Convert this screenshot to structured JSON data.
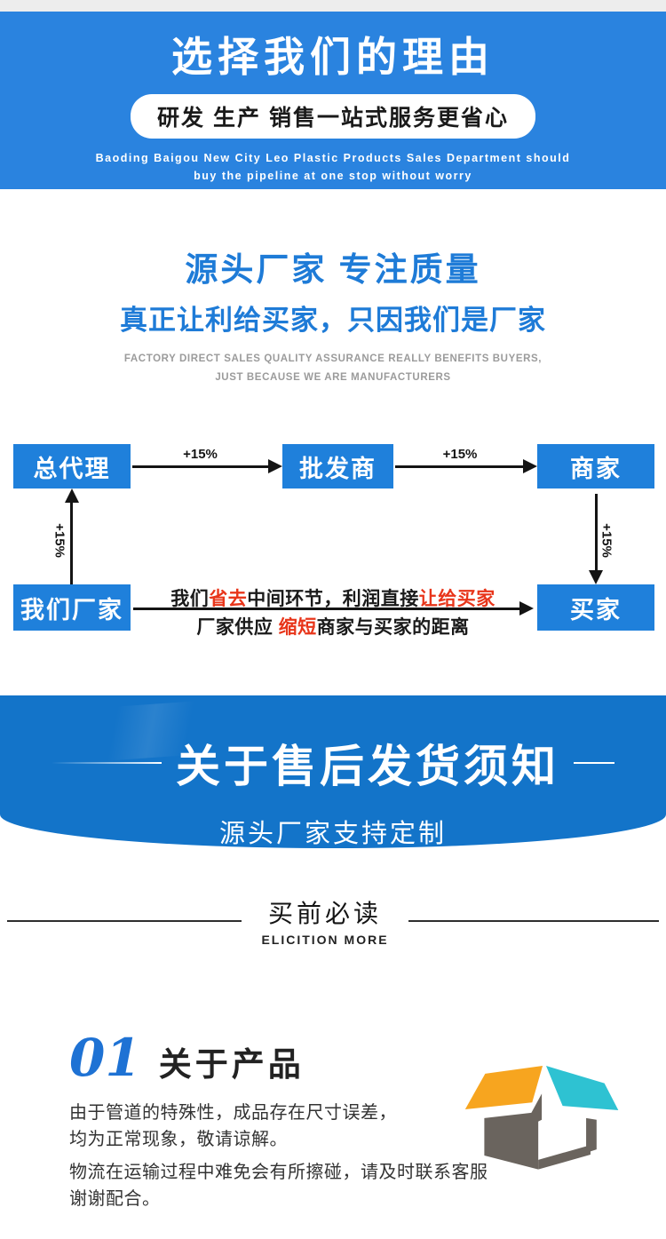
{
  "page": {
    "background": "#ffffff",
    "top_strip_color": "#ededed"
  },
  "colors": {
    "hero_bg": "#2A83DF",
    "banner_bg": "#1374C9",
    "node_bg": "#1F80DB",
    "accent_blue": "#1E7BD7",
    "highlight_red": "#E8351A",
    "arrow_black": "#141414"
  },
  "hero": {
    "title": "选择我们的理由",
    "pill": "研发 生产 销售一站式服务更省心",
    "en_line1": "Baoding Baigou New City Leo Plastic Products Sales Department should",
    "en_line2": "buy the pipeline at one stop without worry"
  },
  "quality": {
    "title": "源头厂家 专注质量",
    "subtitle": "真正让利给买家，只因我们是厂家",
    "en_line1": "FACTORY DIRECT SALES QUALITY ASSURANCE REALLY BENEFITS BUYERS,",
    "en_line2": "JUST BECAUSE WE ARE MANUFACTURERS"
  },
  "flow": {
    "nodes": {
      "agent": "总代理",
      "wholesaler": "批发商",
      "merchant": "商家",
      "factory": "我们厂家",
      "buyer": "买家"
    },
    "markup_label": "+15%",
    "message_line1": {
      "part1": "我们",
      "red1": "省去",
      "part2": "中间环节，利润直接",
      "red2": "让给买家"
    },
    "message_line2": {
      "part1": "厂家供应 ",
      "red1": "缩短",
      "part2": "商家与买家的距离"
    }
  },
  "banner": {
    "title": "关于售后发货须知",
    "subtitle": "源头厂家支持定制"
  },
  "must_read": {
    "title": "买前必读",
    "subtitle": "ELICITION MORE"
  },
  "about": {
    "number": "01",
    "title": "关于产品",
    "para1_line1": "由于管道的特殊性，成品存在尺寸误差，",
    "para1_line2": "均为正常现象，敬请谅解。",
    "para2_line1": "物流在运输过程中难免会有所擦碰，请及时联系客服",
    "para2_line2": "谢谢配合。",
    "icon": {
      "name": "open-box-icon",
      "orange": "#F7A51F",
      "teal": "#2EC2D2",
      "gray": "#6A645E"
    }
  }
}
